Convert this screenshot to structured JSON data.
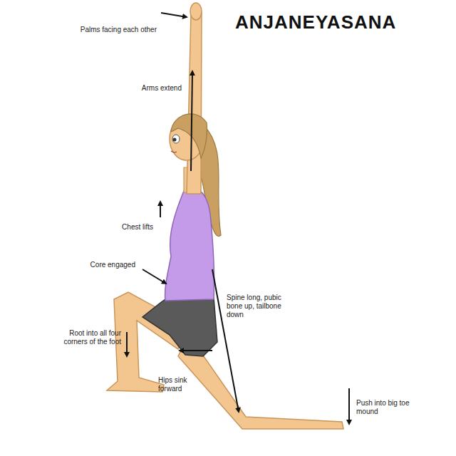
{
  "diagram": {
    "title": "ANJANEYASANA",
    "labels": [
      "Palms facing each other",
      "Arms extend",
      "Chest lifts",
      "Core engaged",
      "Spine long, pubic bone up, tailbone down",
      "Root into all four corners of the foot",
      "Hips sink forward",
      "Push into big toe mound"
    ]
  }
}
